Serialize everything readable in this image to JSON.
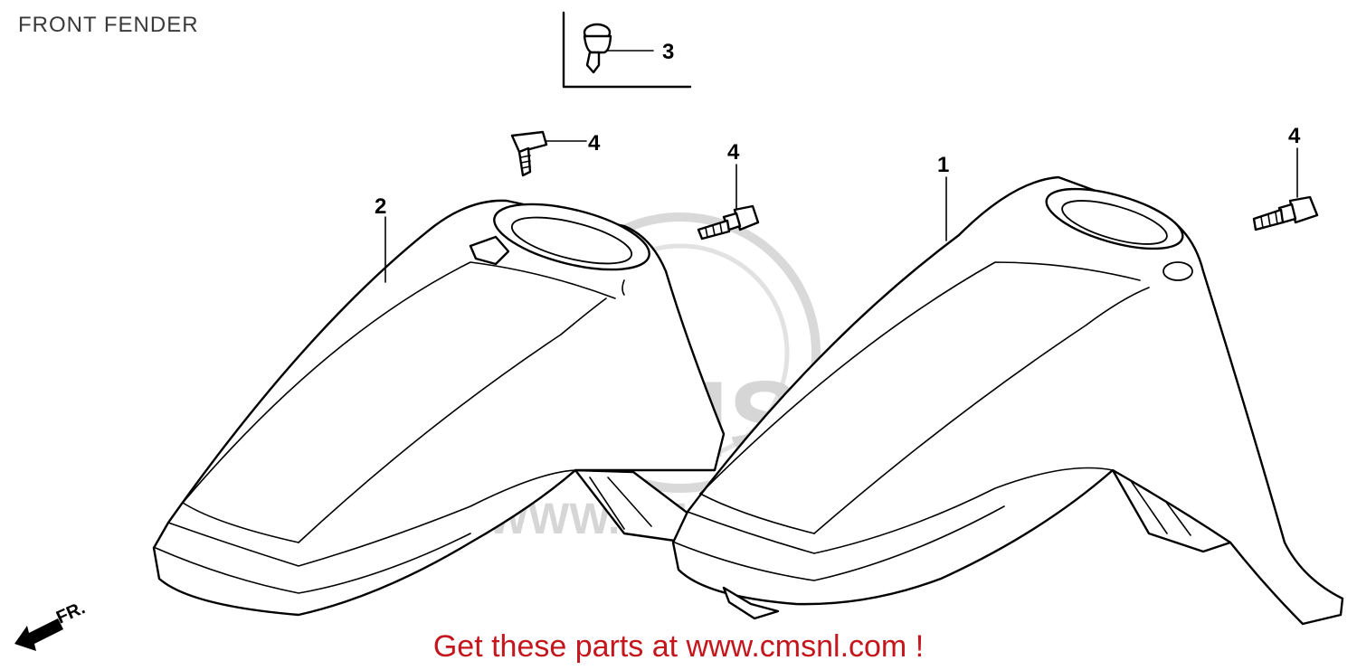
{
  "page": {
    "title": "FRONT FENDER",
    "promo_text": "Get these parts at www.cmsnl.com !"
  },
  "watermark": {
    "brand": "CMS",
    "url": "WWW.CMSNL.COM"
  },
  "direction_marker": {
    "label": "FR."
  },
  "callouts": [
    {
      "id": "fender-1",
      "label": "1"
    },
    {
      "id": "fender-2",
      "label": "2"
    },
    {
      "id": "clip-3",
      "label": "3"
    },
    {
      "id": "bolt-4-left",
      "label": "4"
    },
    {
      "id": "bolt-4-middle",
      "label": "4"
    },
    {
      "id": "bolt-4-right",
      "label": "4"
    }
  ],
  "colors": {
    "promo": "#c4161c",
    "title": "#3a3a3a",
    "watermark": "#d6d6d6",
    "lines": "#000000"
  }
}
